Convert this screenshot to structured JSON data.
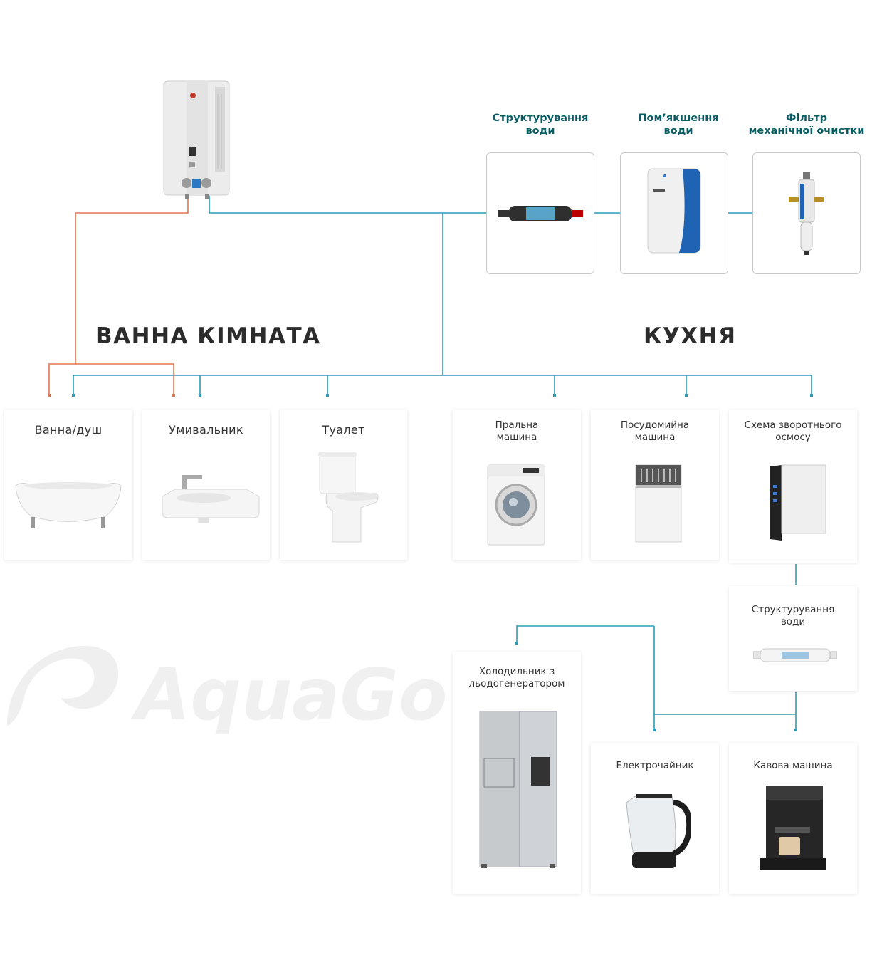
{
  "sections": {
    "bathroom": "ВАННА КІМНАТА",
    "kitchen": "КУХНЯ"
  },
  "filters": [
    {
      "label": "Структурування води",
      "line1": "Структурування",
      "line2": "води",
      "icon": "inline-structuring-filter-icon"
    },
    {
      "label": "Пом'якшення води",
      "line1": "Пом’якшення",
      "line2": "води",
      "icon": "water-softener-icon"
    },
    {
      "label": "Фільтр механічної очистки",
      "line1": "Фільтр",
      "line2": "механічної очистки",
      "icon": "mechanical-filter-icon"
    }
  ],
  "bathroom_items": [
    {
      "label": "Ванна/душ",
      "icon": "bathtub-icon"
    },
    {
      "label": "Умивальник",
      "icon": "washbasin-icon"
    },
    {
      "label": "Туалет",
      "icon": "toilet-icon"
    }
  ],
  "kitchen_items": [
    {
      "line1": "Пральна",
      "line2": "машина",
      "icon": "washing-machine-icon"
    },
    {
      "line1": "Посудомийна",
      "line2": "машина",
      "icon": "dishwasher-icon"
    },
    {
      "line1": "Схема зворотнього",
      "line2": "осмосу",
      "icon": "reverse-osmosis-icon"
    }
  ],
  "structuring_card": {
    "line1": "Структурування",
    "line2": "води",
    "icon": "cartridge-icon"
  },
  "fridge": {
    "line1": "Холодильник з",
    "line2": "льодогенератором",
    "icon": "fridge-icon"
  },
  "kettle": {
    "label": "Електрочайник",
    "icon": "kettle-icon"
  },
  "coffee": {
    "label": "Кавова машина",
    "icon": "coffee-machine-icon"
  },
  "heater": {
    "icon": "gas-water-heater-icon"
  },
  "watermark": {
    "text": "AquaGo",
    "icon": "aquago-logo-icon"
  },
  "colors": {
    "cold_pipe": "#2a9bb7",
    "hot_pipe": "#e3744f",
    "filter_label": "#0b5c63"
  }
}
